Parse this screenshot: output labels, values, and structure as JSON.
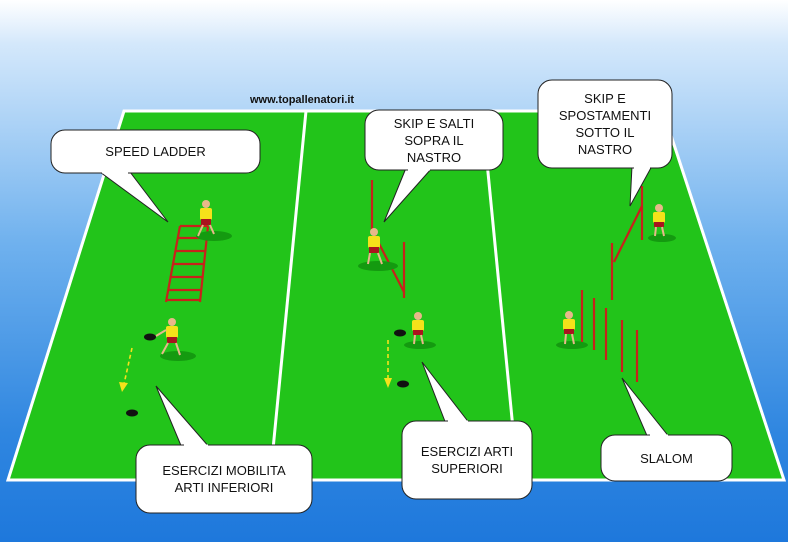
{
  "watermark": "www.topallenatori.it",
  "callouts": {
    "speed_ladder": {
      "lines": [
        "SPEED LADDER"
      ]
    },
    "skip_salti": {
      "lines": [
        "SKIP E SALTI",
        "SOPRA IL",
        "NASTRO"
      ]
    },
    "skip_spostamenti": {
      "lines": [
        "SKIP E",
        "SPOSTAMENTI",
        "SOTTO IL",
        "NASTRO"
      ]
    },
    "mobilita": {
      "lines": [
        "ESERCIZI MOBILITA",
        "ARTI INFERIORI"
      ]
    },
    "arti_superiori": {
      "lines": [
        "ESERCIZI ARTI",
        "SUPERIORI"
      ]
    },
    "slalom": {
      "lines": [
        "SLALOM"
      ]
    }
  },
  "colors": {
    "pitch": "#22c41a",
    "pitch_lines": "#ffffff",
    "equipment": "#c8221b",
    "player_shirt": "#f5e21a",
    "player_shorts": "#a8141e",
    "arrow": "#f4e21a",
    "cone": "#111111"
  },
  "icons": [
    "person-icon",
    "cone-icon",
    "ladder-icon",
    "pole-icon"
  ]
}
